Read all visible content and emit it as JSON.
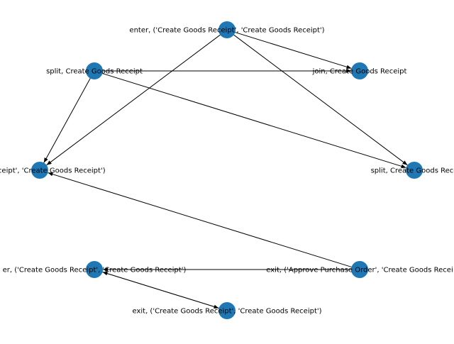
{
  "graph": {
    "node_color": "#1f77b4",
    "edge_color": "#000000",
    "nodes": [
      {
        "id": "enter_cgr",
        "label": "enter, ('Create Goods Receipt', 'Create Goods Receipt')"
      },
      {
        "id": "split_cgr_1",
        "label": "split, Create Goods Receipt"
      },
      {
        "id": "join_cgr",
        "label": "join, Create Goods Receipt"
      },
      {
        "id": "cgr_pair_left",
        "label": "ods Receipt', 'Create Goods Receipt')"
      },
      {
        "id": "split_cgr_2",
        "label": "split, Create Goods Rece"
      },
      {
        "id": "enter_cgr_2",
        "label": "er, ('Create Goods Receipt', 'Create Goods Receipt')"
      },
      {
        "id": "exit_apo_cgr",
        "label": "exit, ('Approve Purchase Order', 'Create Goods Recei"
      },
      {
        "id": "exit_cgr",
        "label": "exit, ('Create Goods Receipt', 'Create Goods Receipt')"
      }
    ],
    "edges": [
      {
        "from": "enter_cgr",
        "to": "join_cgr"
      },
      {
        "from": "enter_cgr",
        "to": "split_cgr_2"
      },
      {
        "from": "enter_cgr",
        "to": "cgr_pair_left"
      },
      {
        "from": "split_cgr_1",
        "to": "join_cgr"
      },
      {
        "from": "split_cgr_1",
        "to": "split_cgr_2"
      },
      {
        "from": "split_cgr_1",
        "to": "cgr_pair_left"
      },
      {
        "from": "exit_apo_cgr",
        "to": "cgr_pair_left"
      },
      {
        "from": "exit_apo_cgr",
        "to": "enter_cgr_2"
      },
      {
        "from": "enter_cgr_2",
        "to": "exit_cgr"
      },
      {
        "from": "exit_cgr",
        "to": "enter_cgr_2"
      }
    ]
  }
}
